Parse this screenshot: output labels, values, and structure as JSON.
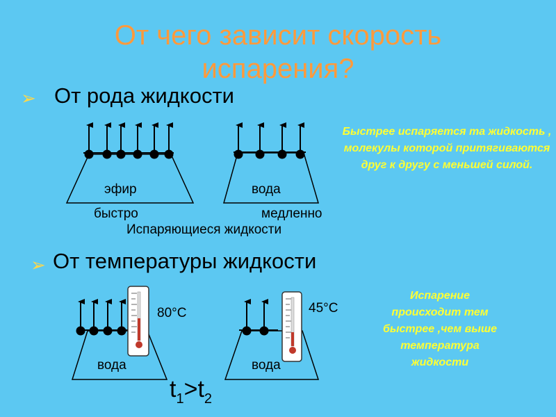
{
  "title_line1": "От чего зависит скорость",
  "title_line2": "испарения?",
  "bullet_symbol": "➢",
  "section1": {
    "heading": "От рода жидкости",
    "left_liquid": "эфир",
    "left_speed": "быстро",
    "right_liquid": "вода",
    "right_speed": "медленно",
    "caption": "Испаряющиеся жидкости",
    "note": "Быстрее испаряется та жидкость , молекулы которой притягиваются друг к другу с меньшей силой."
  },
  "section2": {
    "heading": "От температуры жидкости",
    "left_liquid": "вода",
    "left_temp": "80°C",
    "right_liquid": "вода",
    "right_temp": "45°C",
    "formula_t": "t",
    "formula_sub1": "1",
    "formula_gt": ">",
    "formula_sub2": "2",
    "note": "Испарение происходит тем быстрее ,чем выше температура жидкости"
  },
  "colors": {
    "background": "#5cc8f2",
    "title": "#ff9a3c",
    "note": "#ffff33",
    "bullet": "#ffd84a"
  }
}
